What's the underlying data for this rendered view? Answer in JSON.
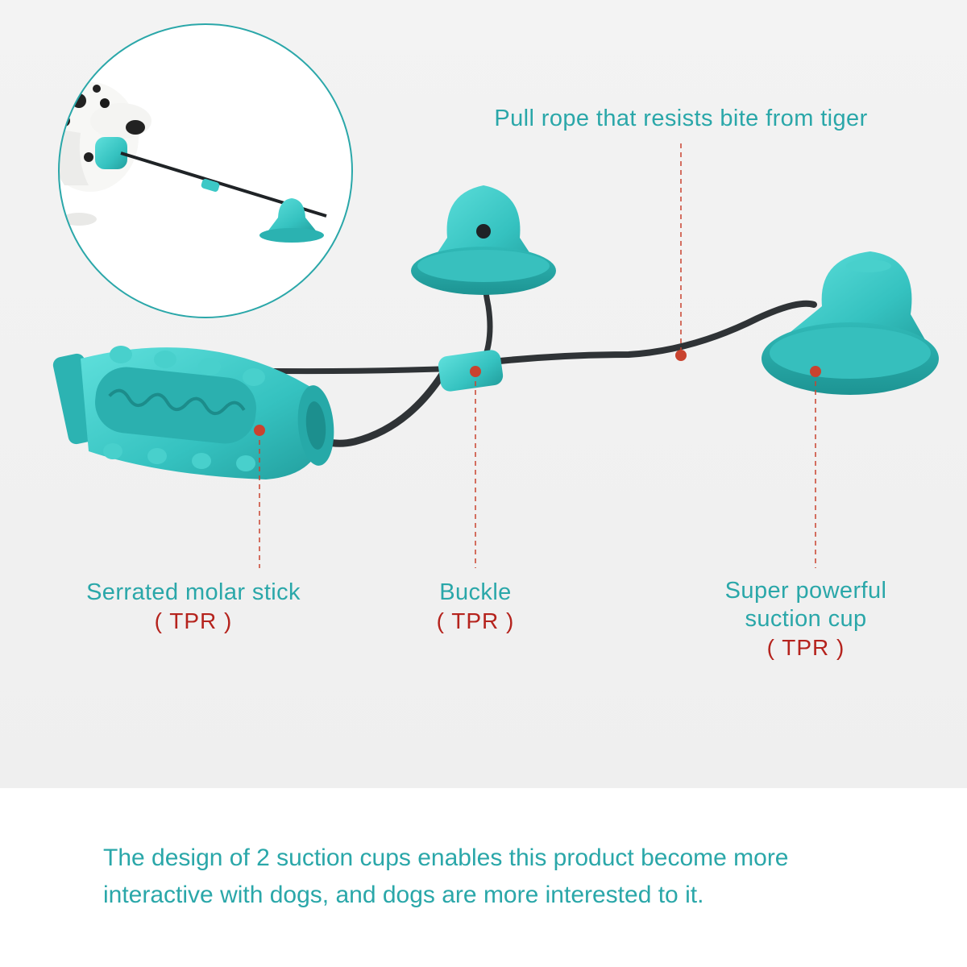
{
  "colors": {
    "accent": "#2aa7a9",
    "material": "#b5231d",
    "toy": "#3cc8c6",
    "rope": "#2f3336",
    "marker": "#c9432f"
  },
  "labels": {
    "rope": {
      "title": "Pull rope that resists bite from tiger"
    },
    "stick": {
      "title": "Serrated molar stick",
      "material": "( TPR )"
    },
    "buckle": {
      "title": "Buckle",
      "material": "( TPR )"
    },
    "cup": {
      "title_line1": "Super powerful",
      "title_line2": "suction cup",
      "material": "( TPR )"
    }
  },
  "description": {
    "line1": "The design of 2 suction cups enables this product become more",
    "line2": "interactive with dogs, and dogs are more interested to it."
  }
}
